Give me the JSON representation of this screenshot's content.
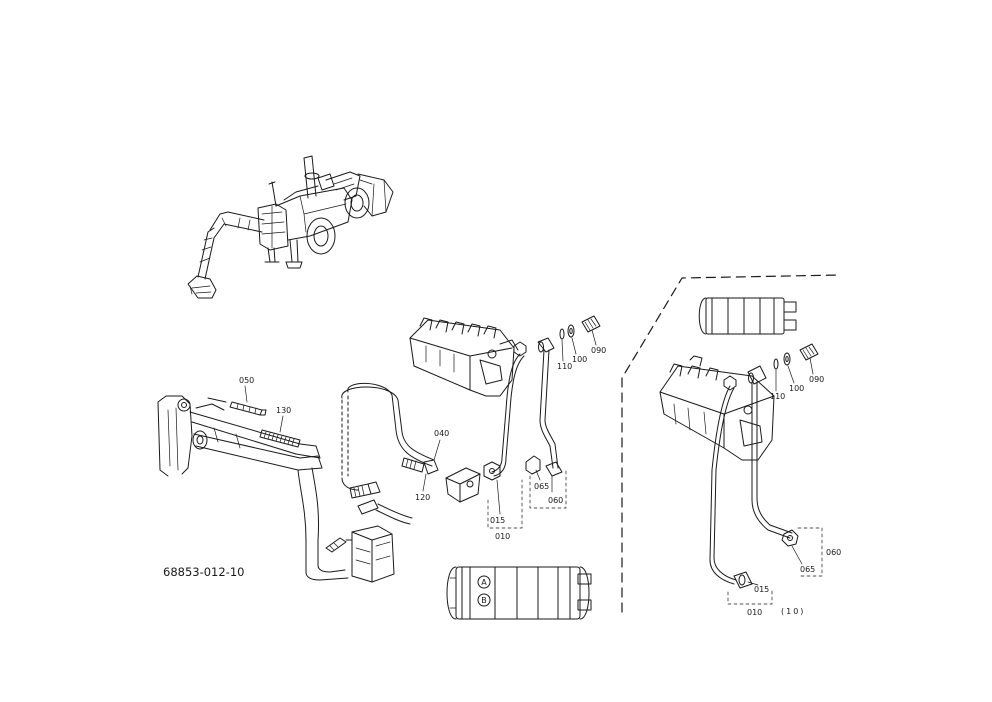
{
  "figure_id": "68853-012-10",
  "callouts": {
    "boom_050": "050",
    "boom_130": "130",
    "hose_040": "040",
    "fitting_120": "120",
    "center_015": "015",
    "center_010": "010",
    "center_065": "065",
    "center_060": "060",
    "center_110": "110",
    "center_100": "100",
    "center_090": "090",
    "right_110": "110",
    "right_100": "100",
    "right_090": "090",
    "right_060": "060",
    "right_065": "065",
    "right_015": "015",
    "right_010": "010",
    "right_variant": "(10)"
  },
  "valve_ports": {
    "port_a": "A",
    "port_b": "B"
  },
  "colors": {
    "line": "#1a1a1a",
    "background": "#ffffff"
  }
}
